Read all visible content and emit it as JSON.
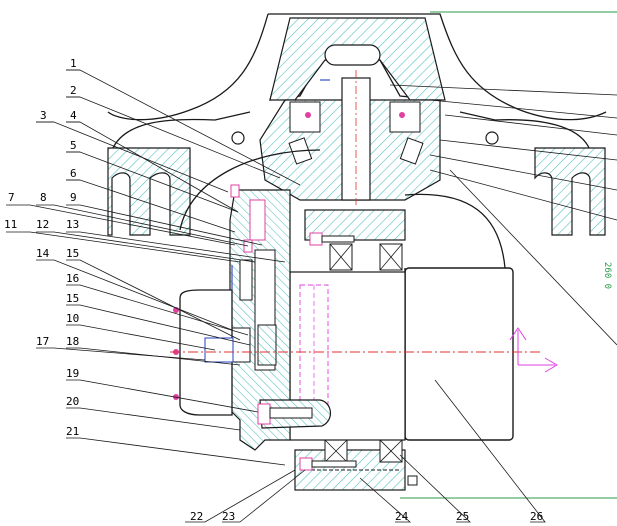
{
  "drawing": {
    "part_numbers": {
      "p1": "1",
      "p2": "2",
      "p3": "3",
      "p4": "4",
      "p5": "5",
      "p6": "6",
      "p7": "7",
      "p8": "8",
      "p9": "9",
      "p10": "10",
      "p11": "11",
      "p12": "12",
      "p13": "13",
      "p14": "14",
      "p15a": "15",
      "p15b": "15",
      "p16": "16",
      "p17": "17",
      "p18": "18",
      "p19": "19",
      "p20": "20",
      "p21": "21",
      "p22": "22",
      "p23": "23",
      "p24": "24",
      "p25": "25",
      "p26": "26"
    },
    "side_text": "260 0",
    "colors": {
      "hatch": "#58c0c0",
      "outline": "#1a1a1a",
      "centerline": "#e03030",
      "phantom": "#e040e0",
      "frame": "#2a9a4a",
      "bolt": "#e040a0",
      "accent_blue": "#2040c0"
    }
  }
}
